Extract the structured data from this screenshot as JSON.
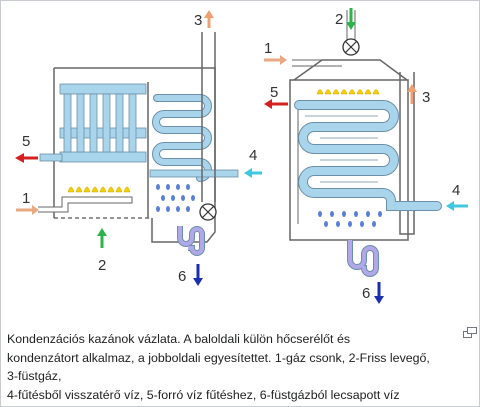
{
  "labels": {
    "left": {
      "n1": "1",
      "n2": "2",
      "n3": "3",
      "n4": "4",
      "n5": "5",
      "n6": "6"
    },
    "right": {
      "n1": "1",
      "n2": "2",
      "n3": "3",
      "n4": "4",
      "n5": "5",
      "n6": "6"
    }
  },
  "caption": {
    "lines": [
      "Kondenzációs kazánok vázlata. A baloldali külön hőcserélőt és",
      "kondenzátort alkalmaz, a jobboldali egyesítettet. 1-gáz csonk, 2-Friss levegő,",
      "3-füstgáz,",
      "4-fűtésből visszatérő víz, 5-forró víz fűtéshez, 6-füstgázból lecsapott víz"
    ]
  },
  "icons": {
    "magnify": "enlarge-icon"
  },
  "colors": {
    "gas_arrow": "#e8a882",
    "fresh_air_arrow": "#2db34a",
    "flue_gas_arrow": "#f0a070",
    "return_water_arrow": "#40c8e0",
    "hot_water_arrow": "#d42020",
    "condensate_arrow": "#1a2fb0",
    "pipe_blue": "#a9d5ec",
    "flame": "#f5d000",
    "condensate_drops": "#5b7fd6"
  }
}
